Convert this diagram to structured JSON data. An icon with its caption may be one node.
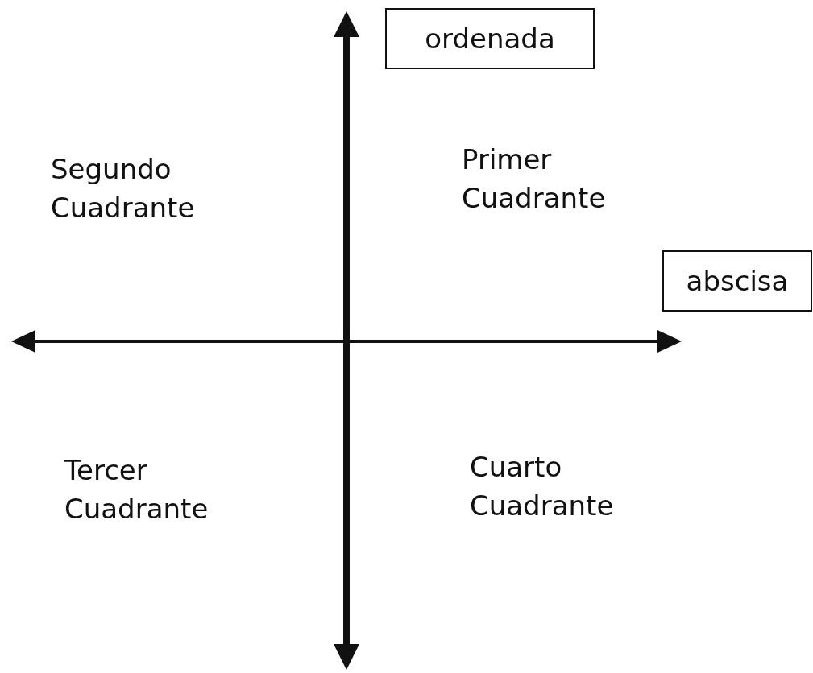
{
  "diagram": {
    "nodes": [
      {
        "text": [
          "ordenada"
        ]
      },
      {
        "text": [
          "abscisa"
        ]
      }
    ],
    "labels": [
      "Segundo Cuadrante",
      "Primer Cuadrante",
      "Tercer Cuadrante",
      "Cuarto Cuadrante"
    ]
  }
}
